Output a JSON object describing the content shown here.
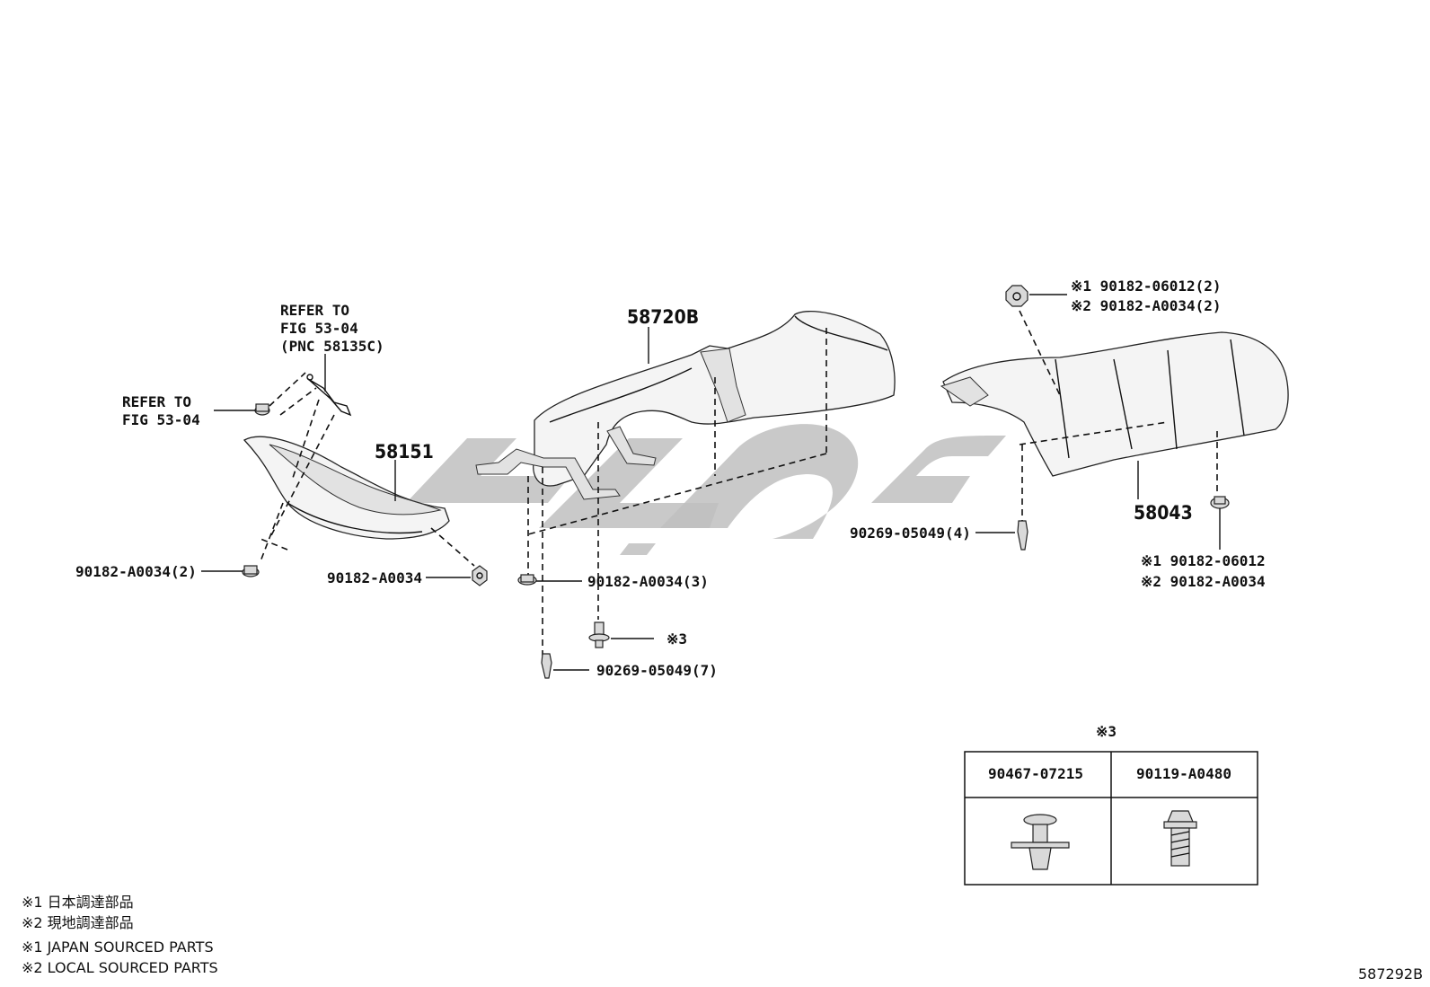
{
  "labels": {
    "refer_top_1": "REFER TO",
    "refer_top_2": "FIG 53-04",
    "refer_top_3": "(PNC 58135C)",
    "refer_left_1": "REFER TO",
    "refer_left_2": "FIG 53-04",
    "part_58720b": "58720B",
    "part_58151": "58151",
    "part_58043": "58043",
    "nut_left_2": "90182-A0034(2)",
    "nut_left_1": "90182-A0034",
    "nut_center_3": "90182-A0034(3)",
    "mark3_center": "※3",
    "clip_center_7": "90269-05049(7)",
    "clip_right_4": "90269-05049(4)",
    "top_right_1": "※1 90182-06012(2)",
    "top_right_2": "※2 90182-A0034(2)",
    "bottom_right_1": "※1 90182-06012",
    "bottom_right_2": "※2 90182-A0034"
  },
  "table": {
    "mark": "※3",
    "col1": "90467-07215",
    "col2": "90119-A0480"
  },
  "legend": {
    "line1": "※1 日本調達部品",
    "line2": "※2 現地調達部品",
    "line3": "※1 JAPAN SOURCED PARTS",
    "line4": "※2 LOCAL SOURCED PARTS"
  },
  "figure_id": "587292B"
}
